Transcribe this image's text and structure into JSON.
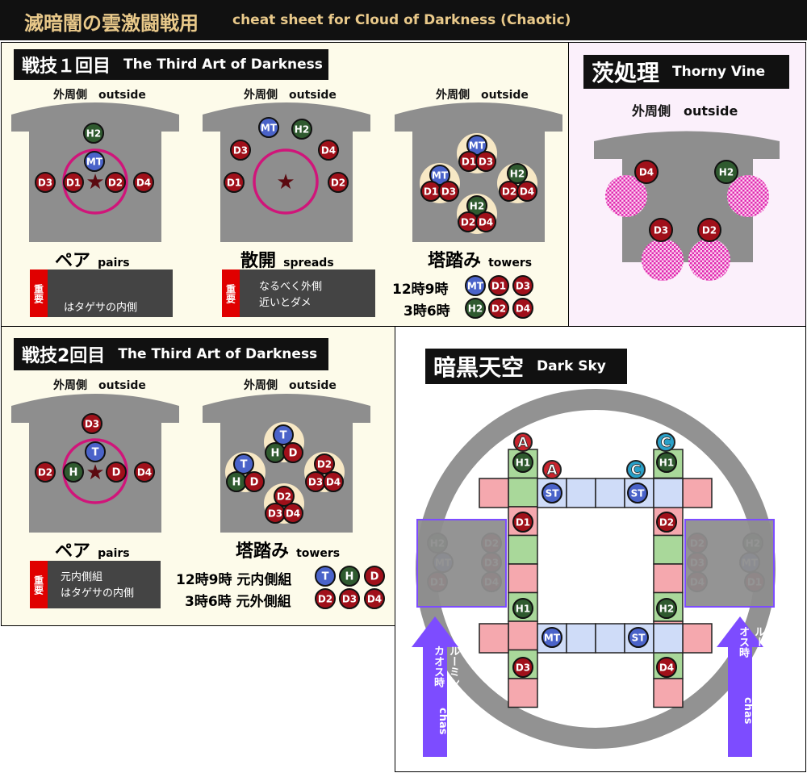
{
  "header": {
    "title_jp": "滅暗闇の雲激闘戦用",
    "title_en": "cheat sheet for Cloud of Darkness (Chaotic)"
  },
  "panel1": {
    "title_jp": "戦技１回目",
    "title_en": "The Third Art of Darkness"
  },
  "panel2": {
    "title_jp": "茨処理",
    "title_en": "Thorny Vine",
    "outside": "外周側　outside"
  },
  "panel3": {
    "title_jp": "戦技2回目",
    "title_en": "The Third Art of Darkness"
  },
  "panel4": {
    "title_jp": "暗黒天空",
    "title_en": "Dark Sky"
  },
  "outside": "外周側　outside",
  "labels": {
    "pair_jp": "ペア",
    "pair_en": "pairs",
    "spread_jp": "散開",
    "spread_en": "spreads",
    "tower_jp": "塔踏み",
    "tower_en": "towers",
    "important": "重要"
  },
  "notes": {
    "pair1": "はタゲサの内側",
    "spread1_line1": "なるべく外側",
    "spread1_line2": "近いとダメ",
    "pair2_line1": "元内側組",
    "pair2_line2": "はタゲサの内側"
  },
  "towers1": {
    "row1": "12時9時",
    "row2": "3時6時"
  },
  "towers2": {
    "row1": "12時9時 元内側組",
    "row2": "3時6時 元外側組"
  },
  "looming": {
    "jp": "ルーミングカオス時",
    "en": "looming chas"
  },
  "markers": {
    "A": "A",
    "C": "C"
  },
  "roles": {
    "MT": "MT",
    "ST": "ST",
    "H1": "H1",
    "H2": "H2",
    "D1": "D1",
    "D2": "D2",
    "D3": "D3",
    "D4": "D4",
    "T": "T",
    "H": "H",
    "D": "D"
  },
  "colors": {
    "tank": "#4a63c9",
    "healer": "#2f5a2f",
    "dps": "#a0101a",
    "magenta": "#d0157a",
    "purple": "#8a4fff"
  }
}
